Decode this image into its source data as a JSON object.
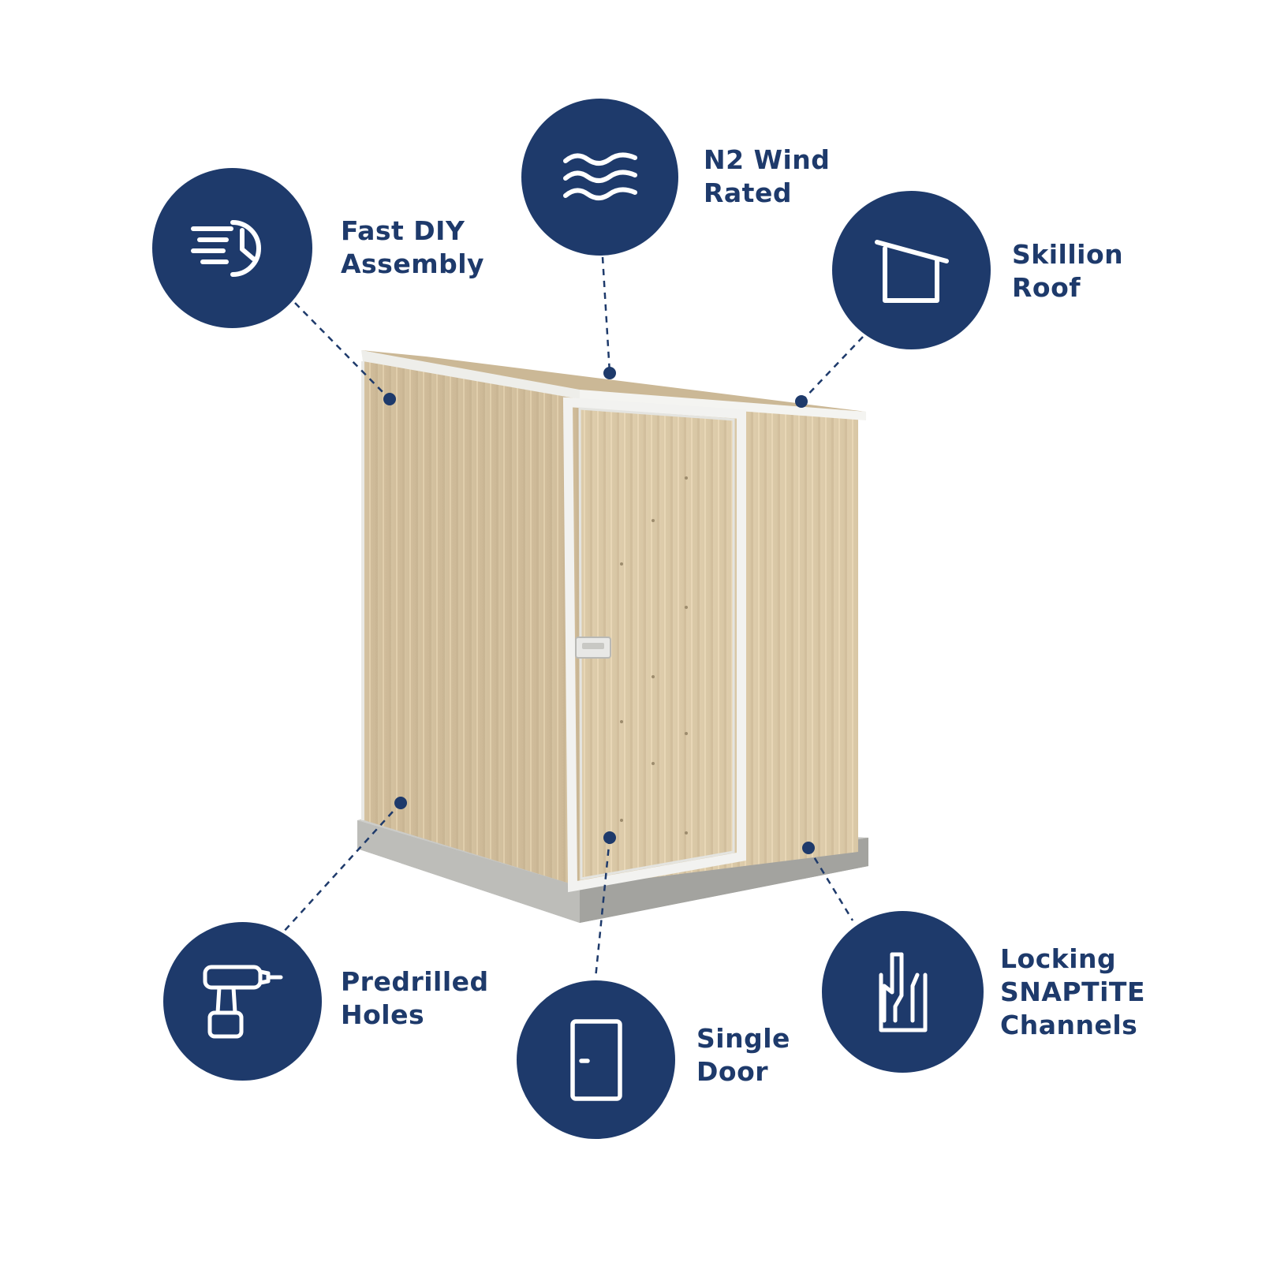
{
  "colors": {
    "navy": "#1e3a6b",
    "shed_cream": "#dccaa8",
    "trim_white": "#f2f2f0",
    "slab_gray": "#bcbcb8"
  },
  "features": [
    {
      "id": "fast-diy-assembly",
      "icon": "fast-clock-icon",
      "lines": [
        "Fast DIY",
        "Assembly"
      ]
    },
    {
      "id": "n2-wind-rated",
      "icon": "wind-waves-icon",
      "lines": [
        "N2 Wind",
        "Rated"
      ]
    },
    {
      "id": "skillion-roof",
      "icon": "skillion-roof-icon",
      "lines": [
        "Skillion",
        "Roof"
      ]
    },
    {
      "id": "predrilled-holes",
      "icon": "drill-icon",
      "lines": [
        "Predrilled",
        "Holes"
      ]
    },
    {
      "id": "single-door",
      "icon": "door-icon",
      "lines": [
        "Single",
        "Door"
      ]
    },
    {
      "id": "locking-snaptite-channels",
      "icon": "channel-icon",
      "lines": [
        "Locking",
        "SNAPTiTE",
        "Channels"
      ]
    }
  ]
}
